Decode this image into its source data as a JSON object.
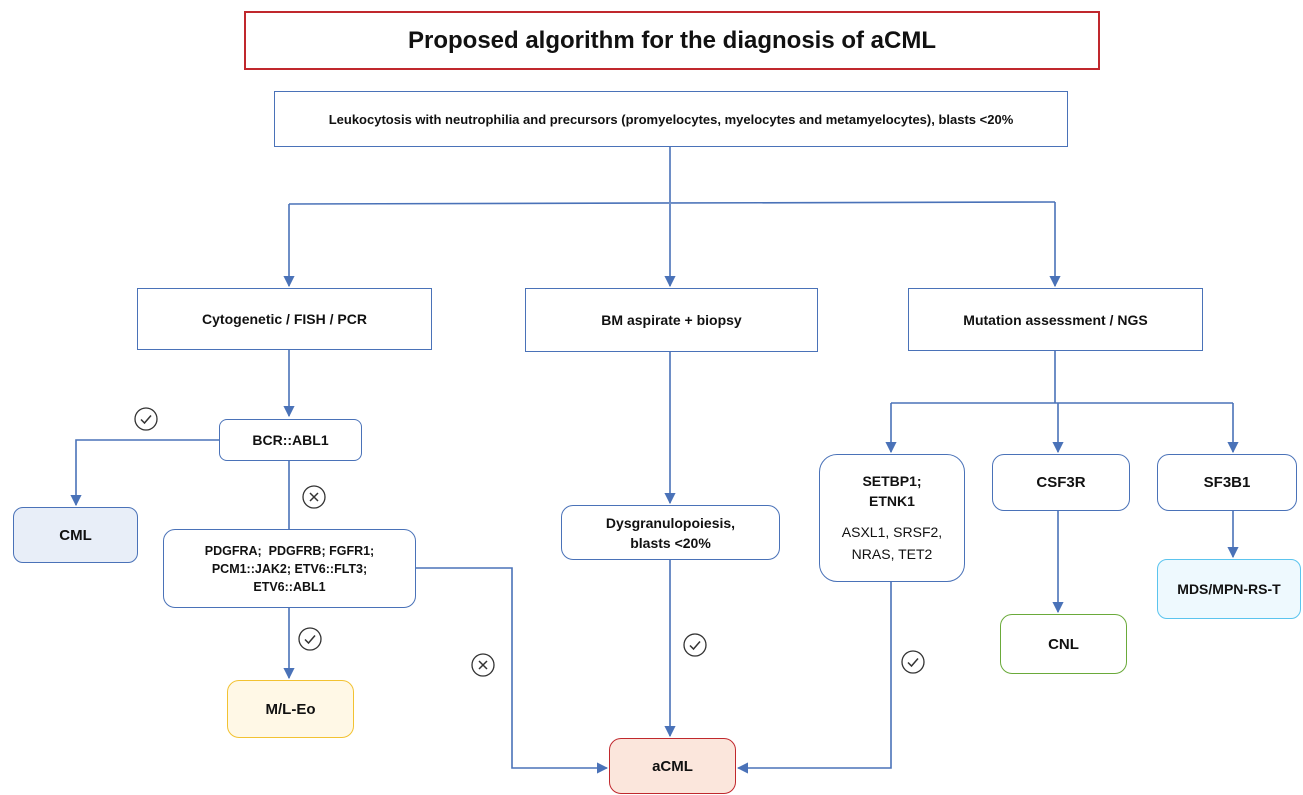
{
  "title": "Proposed algorithm for the diagnosis of aCML",
  "start": "Leukocytosis with neutrophilia and precursors (promyelocytes, myelocytes and metamyelocytes), blasts <20%",
  "branches": {
    "cyto": "Cytogenetic / FISH / PCR",
    "bm": "BM aspirate + biopsy",
    "mut": "Mutation assessment / NGS"
  },
  "bcr_abl1": "BCR::ABL1",
  "cml": "CML",
  "fusions": [
    "PDGFRA;  PDGFRB; FGFR1;",
    "PCM1::JAK2; ETV6::FLT3;",
    "ETV6::ABL1"
  ],
  "ml_eo": "M/L-Eo",
  "dysgranulopoiesis": [
    "Dysgranulopoiesis,",
    "blasts <20%"
  ],
  "setbp1": [
    "SETBP1;",
    "ETNK1"
  ],
  "secondary_mutations": [
    "ASXL1, SRSF2,",
    "NRAS, TET2"
  ],
  "csf3r": "CSF3R",
  "sf3b1": "SF3B1",
  "cnl": "CNL",
  "mds": "MDS/MPN-RS-T",
  "acml": "aCML",
  "icons": {
    "present": "check-circle-icon",
    "absent": "x-circle-icon"
  },
  "colors": {
    "line": "#4a72b8",
    "title_border": "#c0282d",
    "cml_fill": "#e8eef8",
    "ml_eo_border": "#f2c232",
    "ml_eo_fill": "#fff8e6",
    "acml_border": "#c0282d",
    "acml_fill": "#fbe6dc",
    "cnl_border": "#6aaa3a",
    "mds_border": "#5bc4ee",
    "mds_fill": "#eef9fe"
  }
}
